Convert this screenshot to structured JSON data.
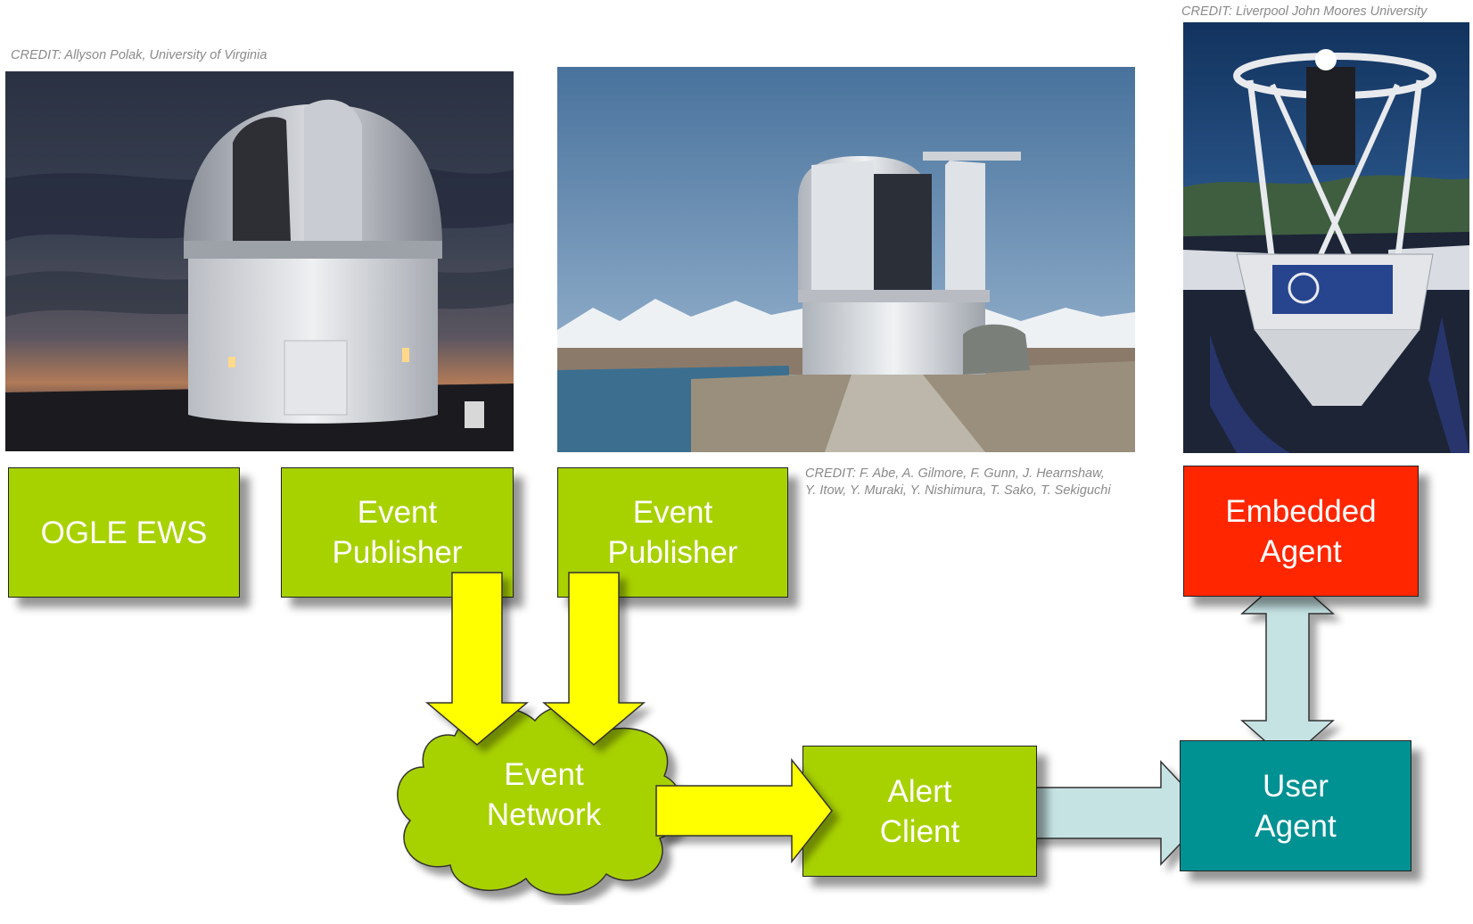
{
  "credits": {
    "left": "CREDIT: Allyson Polak, University of Virginia",
    "right": "CREDIT: Liverpool John Moores University",
    "middle_line1": "CREDIT: F. Abe, A. Gilmore, F. Gunn, J. Hearnshaw,",
    "middle_line2": "Y. Itow, Y. Muraki, Y. Nishimura, T. Sako, T. Sekiguchi"
  },
  "nodes": {
    "ogle": "OGLE EWS",
    "publisher_1": "Event\nPublisher",
    "publisher_2": "Event\nPublisher",
    "embedded_agent": "Embedded\nAgent",
    "event_network": "Event\nNetwork",
    "alert_client": "Alert\nClient",
    "user_agent": "User\nAgent"
  },
  "colors": {
    "green_node": "#a8d100",
    "red_node": "#ff2600",
    "teal_node": "#009193",
    "yellow_arrow": "#ffff00",
    "light_blue_arrow": "#c6e3e4"
  },
  "photos": {
    "left": "observatory-dome-at-dusk",
    "middle": "observatory-dome-mountains",
    "right": "robotic-telescope"
  }
}
